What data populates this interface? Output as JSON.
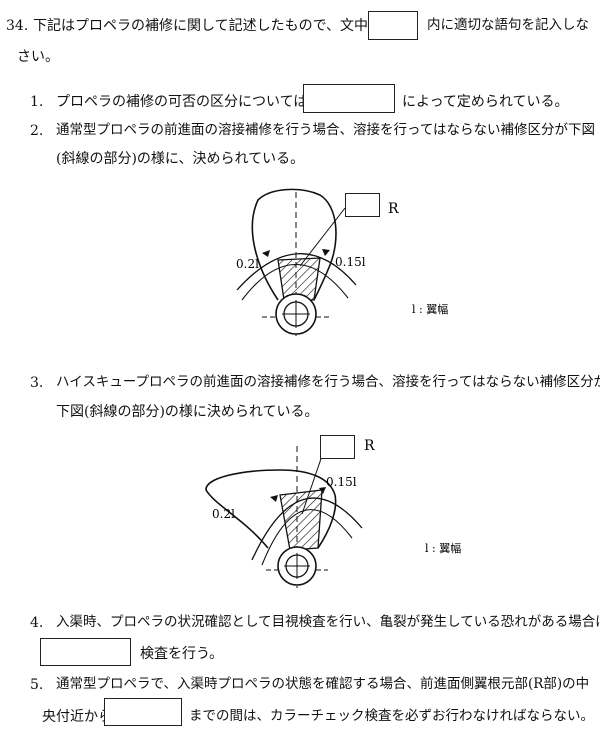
{
  "question": {
    "number": "34.",
    "intro_a": "下記はプロペラの補修に関して記述したもので、文中の",
    "intro_b": "内に適切な語句を記入しな",
    "intro_c": "さい。"
  },
  "items": {
    "i1": {
      "num": "1.",
      "before": "プロペラの補修の可否の区分については、",
      "after": "によって定められている。"
    },
    "i2": {
      "num": "2.",
      "line1": "通常型プロペラの前進面の溶接補修を行う場合、溶接を行ってはならない補修区分が下図",
      "line2": "(斜線の部分)の様に、決められている。"
    },
    "i3": {
      "num": "3.",
      "line1": "ハイスキュープロペラの前進面の溶接補修を行う場合、溶接を行ってはならない補修区分が",
      "line2": "下図(斜線の部分)の様に決められている。"
    },
    "i4": {
      "num": "4.",
      "line1": "入渠時、プロペラの状況確認として目視検査を行い、亀裂が発生している恐れがある場合は",
      "after": "検査を行う。"
    },
    "i5": {
      "num": "5.",
      "line1": "通常型プロペラで、入渠時プロペラの状態を確認する場合、前進面側翼根元部(R部)の中",
      "before": "央付近から",
      "after": "までの間は、カラーチェック検査を必ずお行わなければならない。"
    }
  },
  "figures": {
    "fig1": {
      "r_label": "R",
      "left_label": "0.2l",
      "right_label": "0.15l",
      "legend": "l : 翼幅"
    },
    "fig2": {
      "r_label": "R",
      "left_label": "0.2l",
      "right_label": "0.15l",
      "legend": "l : 翼幅"
    }
  }
}
